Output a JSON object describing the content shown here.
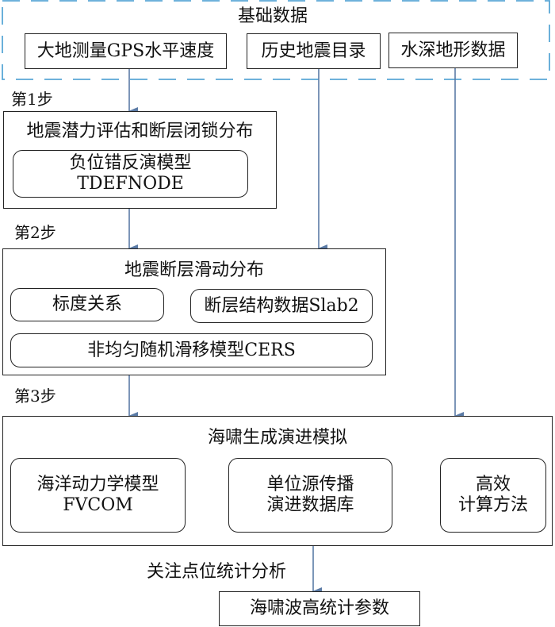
{
  "base_data": {
    "title": "基础数据",
    "items": [
      "大地测量GPS水平速度",
      "历史地震目录",
      "水深地形数据"
    ]
  },
  "step1": {
    "label": "第1步",
    "title": "地震潜力评估和断层闭锁分布",
    "model_line1": "负位错反演模型",
    "model_line2": "TDEFNODE"
  },
  "step2": {
    "label": "第2步",
    "title": "地震断层滑动分布",
    "left": "标度关系",
    "right": "断层结构数据Slab2",
    "bottom": "非均匀随机滑移模型CERS"
  },
  "step3": {
    "label": "第3步",
    "title": "海啸生成演进模拟",
    "b1_line1": "海洋动力学模型",
    "b1_line2": "FVCOM",
    "b2_line1": "单位源传播",
    "b2_line2": "演进数据库",
    "b3_line1": "高效",
    "b3_line2": "计算方法"
  },
  "analysis_label": "关注点位统计分析",
  "output": "海啸波高统计参数",
  "colors": {
    "dashed_border": "#5aa7d6",
    "arrow": "#5b7ba6",
    "box_border": "#222222"
  }
}
